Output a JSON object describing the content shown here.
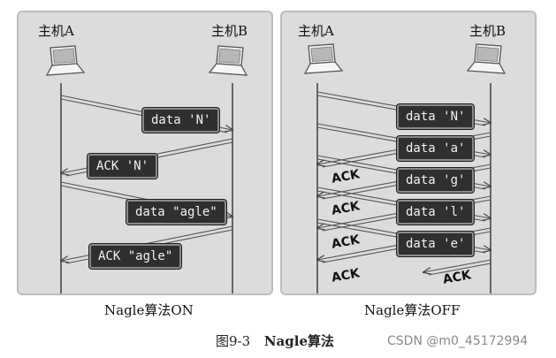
{
  "left_panel": {
    "host_a": "主机A",
    "host_b": "主机B",
    "caption": "Nagle算法ON",
    "messages": [
      "data 'N'",
      "ACK 'N'",
      "data \"agle\"",
      "ACK \"agle\""
    ]
  },
  "right_panel": {
    "host_a": "主机A",
    "host_b": "主机B",
    "caption": "Nagle算法OFF",
    "data_messages": [
      "data 'N'",
      "data 'a'",
      "data 'g'",
      "data 'l'",
      "data 'e'"
    ],
    "ack_labels": [
      "ACK",
      "ACK",
      "ACK",
      "ACK",
      "ACK"
    ]
  },
  "figure": {
    "number": "图9-3",
    "title": "Nagle算法"
  },
  "watermark": "CSDN @m0_45172994",
  "icons": [
    "laptop-icon"
  ]
}
